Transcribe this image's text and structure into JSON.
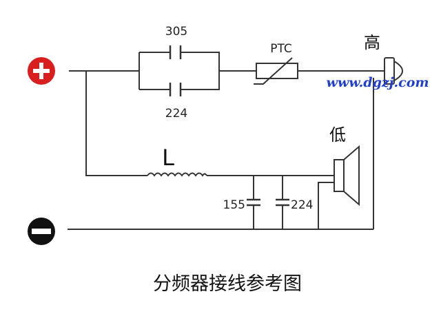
{
  "labels": {
    "cap_top": "305",
    "cap_bottom": "224",
    "ptc": "PTC",
    "tweeter": "高",
    "woofer": "低",
    "inductor": "L",
    "cap_low_a": "155",
    "cap_low_b": "224",
    "watermark": "www.dgzj.com",
    "title": "分频器接线参考图"
  },
  "terminals": {
    "positive": "+",
    "negative": "−"
  },
  "colors": {
    "positive_terminal": "#d91e1e",
    "negative_terminal": "#111111",
    "watermark": "#1f3fd0",
    "wire": "#333333"
  }
}
